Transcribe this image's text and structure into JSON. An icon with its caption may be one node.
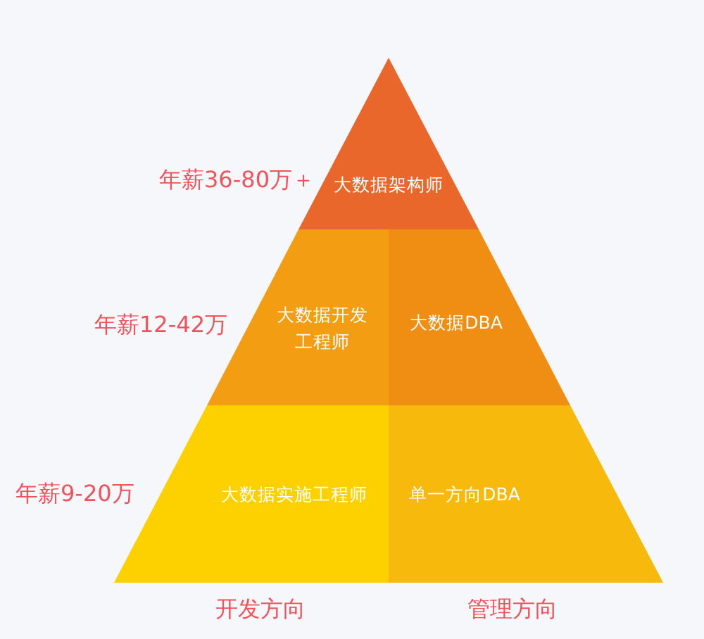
{
  "diagram": {
    "nodes": [
      {
        "text": [
          "大数据架构师"
        ],
        "beside": [
          "年薪36-80万＋"
        ]
      },
      {
        "text": [
          "大数据开发工程师"
        ],
        "beside": [
          "年薪12-42万"
        ]
      },
      {
        "text": [
          "大数据DBA"
        ]
      },
      {
        "text": [
          "大数据实施工程师"
        ],
        "beside": [
          "年薪9-20万"
        ]
      },
      {
        "text": [
          "单一方向DBA"
        ]
      }
    ],
    "labels": [
      "开发方向",
      "管理方向"
    ]
  }
}
